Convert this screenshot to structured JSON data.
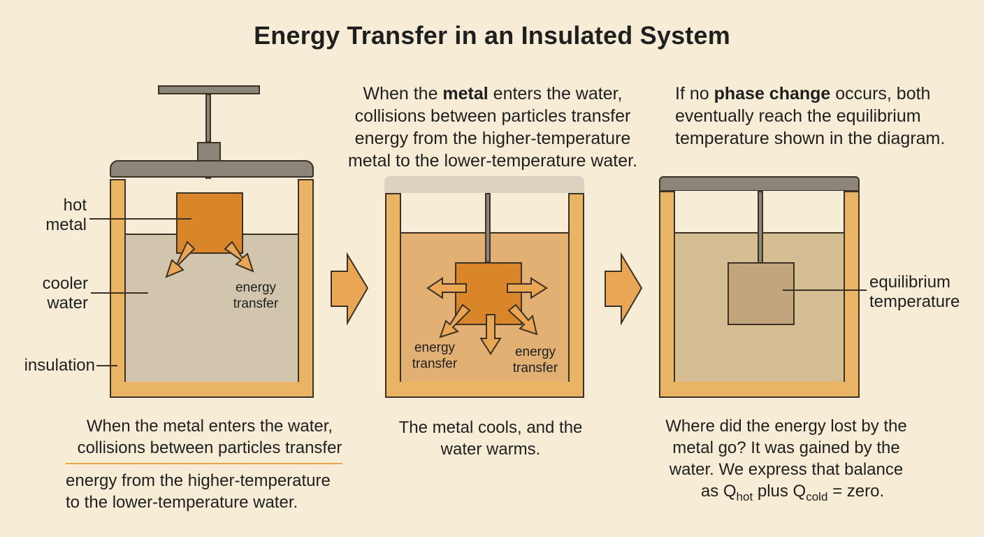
{
  "title": "Energy Transfer in an Insulated System",
  "panel1": {
    "labels": {
      "hot_metal_1": "hot",
      "hot_metal_2": "metal",
      "cooler_water_1": "cooler",
      "cooler_water_2": "water",
      "insulation": "insulation",
      "energy": "energy",
      "transfer": "transfer"
    },
    "caption": [
      "When the metal enters the water,",
      "collisions between particles transfer",
      "energy from the higher-temperature",
      "to the lower-temperature water."
    ]
  },
  "panel2": {
    "top_text": {
      "l1_pre": "When the ",
      "l1_em": "metal",
      "l1_post": " enters the water,",
      "l2": "collisions between particles transfer",
      "l3": "energy from the higher-temperature",
      "l4": "metal to the lower-temperature water."
    },
    "labels": {
      "energy": "energy",
      "transfer": "transfer"
    },
    "caption": [
      "The metal cools, and the",
      "water warms."
    ]
  },
  "panel3": {
    "top_text": {
      "l1_pre": "If no ",
      "l1_em": "phase change",
      "l1_post": " occurs, both",
      "l2": "eventually reach the equilibrium",
      "l3": "temperature shown in the diagram."
    },
    "labels": {
      "equilibrium": "equilibrium",
      "temperature": "temperature"
    },
    "caption": {
      "l1": "Where did the energy lost by the",
      "l2": "metal go? It was gained by the",
      "l3": "water. We express that balance",
      "eq_as": "as Q",
      "eq_hot": "hot",
      "eq_plus": " plus Q",
      "eq_cold": "cold",
      "eq_end": " = zero."
    }
  },
  "colors": {
    "background": "#f7edd6",
    "insulation": "#eab465",
    "cool_water": "#d2c5ad",
    "warm_water": "#e2b072",
    "equilibrium_water": "#d4bc93",
    "hot_metal": "#d9862a",
    "equilibrium_metal": "#c1a67d",
    "lid": "#8c8579",
    "arrow": "#e9a756"
  }
}
